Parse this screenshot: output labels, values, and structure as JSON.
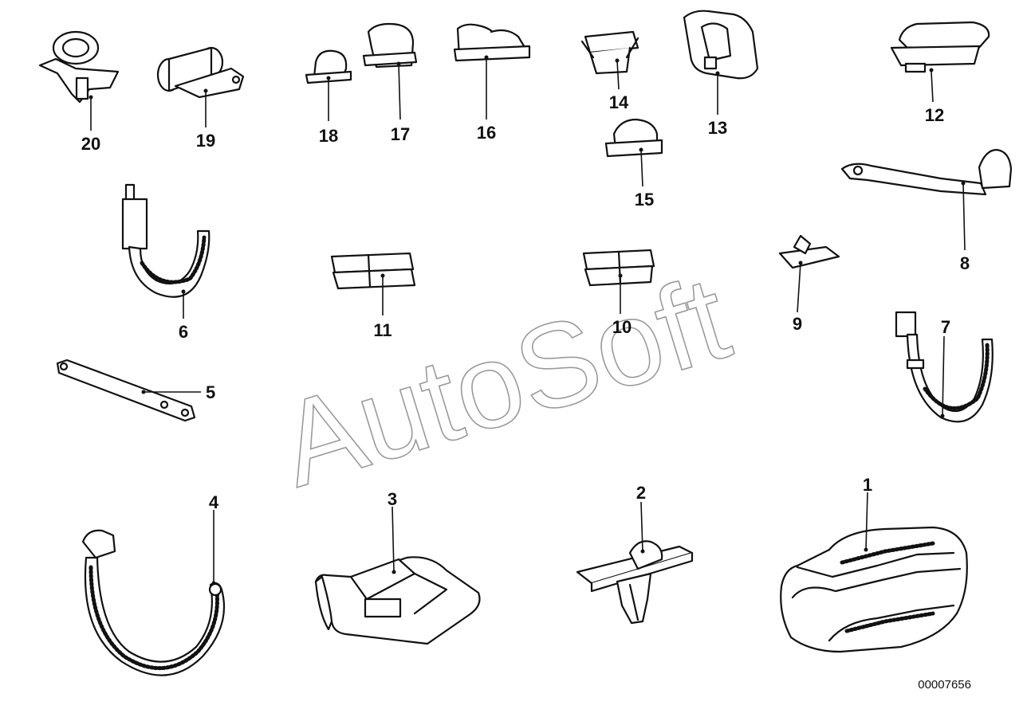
{
  "diagram": {
    "callouts": [
      "1",
      "2",
      "3",
      "4",
      "5",
      "6",
      "7",
      "8",
      "9",
      "10",
      "11",
      "12",
      "13",
      "14",
      "15",
      "16",
      "17",
      "18",
      "19",
      "20"
    ],
    "document_number": "00007656",
    "watermark": "AutoSoft"
  }
}
